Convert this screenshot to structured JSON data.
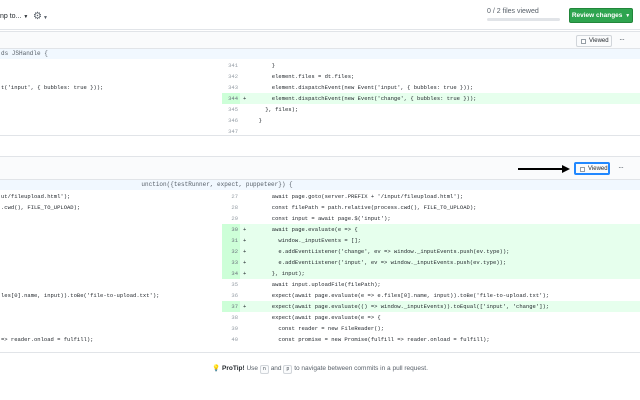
{
  "toolbar": {
    "jump_to": "np to...",
    "files_viewed": "0 / 2 files viewed",
    "files_viewed_progress": 0,
    "review_button": "Review changes"
  },
  "file1": {
    "hunk": "ds JSHandle {",
    "viewed_label": "Viewed",
    "more": "···",
    "rows": [
      {
        "left": "",
        "num": "341",
        "sign": "",
        "code": "      }",
        "type": "ctx"
      },
      {
        "left": "",
        "num": "342",
        "sign": "",
        "code": "      element.files = dt.files;",
        "type": "ctx"
      },
      {
        "left": "t('input', { bubbles: true }));",
        "num": "343",
        "sign": "",
        "code": "      element.dispatchEvent(new Event('input', { bubbles: true }));",
        "type": "ctx"
      },
      {
        "left": "",
        "num": "344",
        "sign": "+",
        "code": "      element.dispatchEvent(new Event('change', { bubbles: true }));",
        "type": "add"
      },
      {
        "left": "",
        "num": "345",
        "sign": "",
        "code": "    }, files);",
        "type": "ctx"
      },
      {
        "left": "",
        "num": "346",
        "sign": "",
        "code": "  }",
        "type": "ctx"
      },
      {
        "left": "",
        "num": "347",
        "sign": "",
        "code": "",
        "type": "ctx"
      }
    ]
  },
  "file2": {
    "hunk": "                                       unction({testRunner, expect, puppeteer}) {",
    "viewed_label": "Viewed",
    "more": "···",
    "rows": [
      {
        "left": "ut/fileupload.html');",
        "num": "27",
        "sign": "",
        "code": "      await page.goto(server.PREFIX + '/input/fileupload.html');",
        "type": "ctx"
      },
      {
        "left": ".cwd(), FILE_TO_UPLOAD);",
        "num": "28",
        "sign": "",
        "code": "      const filePath = path.relative(process.cwd(), FILE_TO_UPLOAD);",
        "type": "ctx"
      },
      {
        "left": "",
        "num": "29",
        "sign": "",
        "code": "      const input = await page.$('input');",
        "type": "ctx"
      },
      {
        "left": "",
        "num": "30",
        "sign": "+",
        "code": "      await page.evaluate(e => {",
        "type": "add"
      },
      {
        "left": "",
        "num": "31",
        "sign": "+",
        "code": "        window._inputEvents = [];",
        "type": "add"
      },
      {
        "left": "",
        "num": "32",
        "sign": "+",
        "code": "        e.addEventListener('change', ev => window._inputEvents.push(ev.type));",
        "type": "add"
      },
      {
        "left": "",
        "num": "33",
        "sign": "+",
        "code": "        e.addEventListener('input', ev => window._inputEvents.push(ev.type));",
        "type": "add"
      },
      {
        "left": "",
        "num": "34",
        "sign": "+",
        "code": "      }, input);",
        "type": "add"
      },
      {
        "left": "",
        "num": "35",
        "sign": "",
        "code": "      await input.uploadFile(filePath);",
        "type": "ctx"
      },
      {
        "left": "les[0].name, input)).toBe('file-to-upload.txt');",
        "num": "36",
        "sign": "",
        "code": "      expect(await page.evaluate(e => e.files[0].name, input)).toBe('file-to-upload.txt');",
        "type": "ctx"
      },
      {
        "left": "",
        "num": "37",
        "sign": "+",
        "code": "      expect(await page.evaluate(() => window._inputEvents)).toEqual(['input', 'change']);",
        "type": "add"
      },
      {
        "left": "",
        "num": "38",
        "sign": "",
        "code": "      expect(await page.evaluate(e => {",
        "type": "ctx"
      },
      {
        "left": "",
        "num": "39",
        "sign": "",
        "code": "        const reader = new FileReader();",
        "type": "ctx"
      },
      {
        "left": "=> reader.onload = fulfill);",
        "num": "40",
        "sign": "",
        "code": "        const promise = new Promise(fulfill => reader.onload = fulfill);",
        "type": "ctx"
      }
    ]
  },
  "protip": {
    "label": "ProTip!",
    "text_1": "Use",
    "key_1": "n",
    "text_2": "and",
    "key_2": "p",
    "text_3": "to navigate between commits in a pull request."
  },
  "colors": {
    "accent_green": "#2ea44f",
    "focus_blue": "#2188ff",
    "add_bg": "#e6ffed",
    "add_num_bg": "#cdffd8",
    "hunk_bg": "#f1f8ff"
  }
}
